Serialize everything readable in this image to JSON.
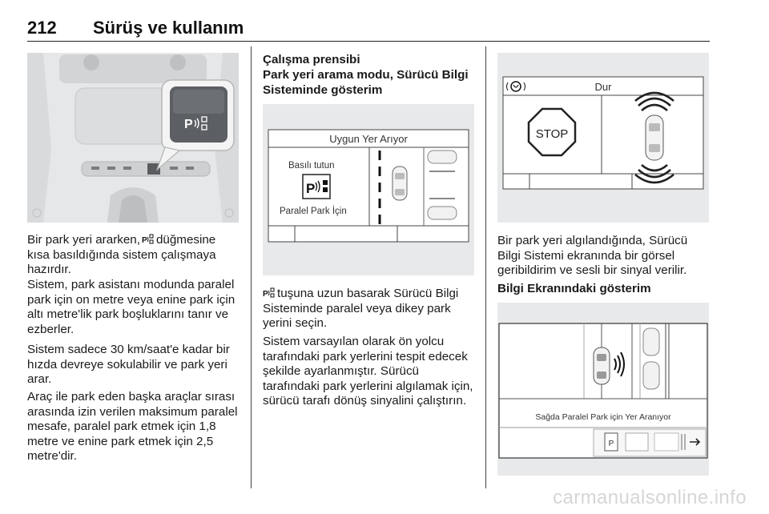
{
  "header": {
    "page_number": "212",
    "title": "Sürüş ve kullanım"
  },
  "col1": {
    "p1_pre": "Bir park yeri ararken,",
    "p1_post": "düğmesine kısa basıldığında sistem çalışmaya hazırdır.",
    "p2": "Sistem, park asistanı modunda paralel park için on metre veya enine park için altı metre'lik park boşluklarını tanır ve ezberler.",
    "p3": "Sistem sadece 30 km/saat'e kadar bir hızda devreye sokulabilir ve park yeri arar.",
    "p4": "Araç ile park eden başka araçlar sırası arasında izin verilen maksimum paralel mesafe, paralel park etmek için 1,8 metre ve enine park etmek için 2,5 metre'dir."
  },
  "col2": {
    "heading1": "Çalışma prensibi",
    "heading2": "Park yeri arama modu, Sürücü Bilgi Sisteminde gösterim",
    "screen": {
      "title": "Uygun Yer Arıyor",
      "label1": "Basılı tutun",
      "label2": "Paralel Park İçin"
    },
    "p1_post": "tuşuna uzun basarak Sürücü Bilgi Sisteminde paralel veya dikey park yerini seçin.",
    "p2": "Sistem varsayılan olarak ön yolcu tarafındaki park yerlerini tespit edecek şekilde ayarlanmıştır. Sürücü tarafındaki park yerlerini algılamak için, sürücü tarafı dönüş sinyalini çalıştırın."
  },
  "col3": {
    "screen": {
      "title": "Dur",
      "stop_sign": "STOP"
    },
    "p1": "Bir park yeri algılandığında, Sürücü Bilgi Sistemi ekranında bir görsel geribildirim ve sesli bir sinyal verilir.",
    "heading1": "Bilgi Ekranındaki gösterim",
    "info_screen": {
      "caption": "Sağda Paralel Park için Yer Aranıyor",
      "p_label": "P"
    }
  },
  "footer": {
    "watermark": "carmanualsonline.info"
  }
}
